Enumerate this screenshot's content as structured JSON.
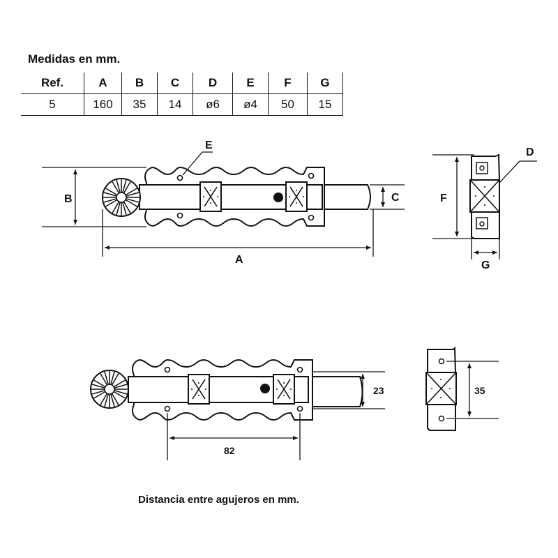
{
  "header": {
    "title": "Medidas en mm."
  },
  "table": {
    "headers": [
      "Ref.",
      "A",
      "B",
      "C",
      "D",
      "E",
      "F",
      "G"
    ],
    "values": [
      "5",
      "160",
      "35",
      "14",
      "ø6",
      "ø4",
      "50",
      "15"
    ]
  },
  "diagram_top": {
    "labels": {
      "A": "A",
      "B": "B",
      "C": "C",
      "D": "D",
      "E": "E",
      "F": "F",
      "G": "G"
    }
  },
  "diagram_bottom": {
    "hole_distance": "82",
    "bolt_height": "23",
    "keeper_height": "35"
  },
  "footer": {
    "caption": "Distancia entre agujeros en mm."
  }
}
